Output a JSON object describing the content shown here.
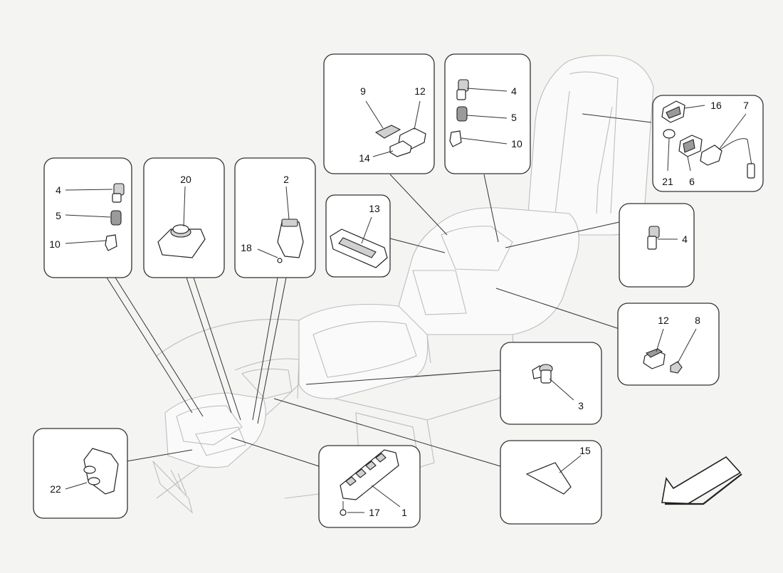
{
  "callouts": {
    "b1_4": "4",
    "b1_5": "5",
    "b1_10": "10",
    "b2_20": "20",
    "b3_2": "2",
    "b3_18": "18",
    "b4_13": "13",
    "b5_9": "9",
    "b5_12": "12",
    "b5_14": "14",
    "b6_4": "4",
    "b6_5": "5",
    "b6_10": "10",
    "b7_16": "16",
    "b7_7": "7",
    "b7_21": "21",
    "b7_6": "6",
    "b8_4": "4",
    "b9_12": "12",
    "b9_8": "8",
    "b10_3": "3",
    "b11_15": "15",
    "b12_17": "17",
    "b12_1": "1",
    "b13_22": "22"
  },
  "colors": {
    "line": "#333333",
    "console_outline": "#bdbdbd",
    "background": "#f4f4f2"
  },
  "icons": {
    "direction_arrow": "front-direction-arrow-icon"
  }
}
